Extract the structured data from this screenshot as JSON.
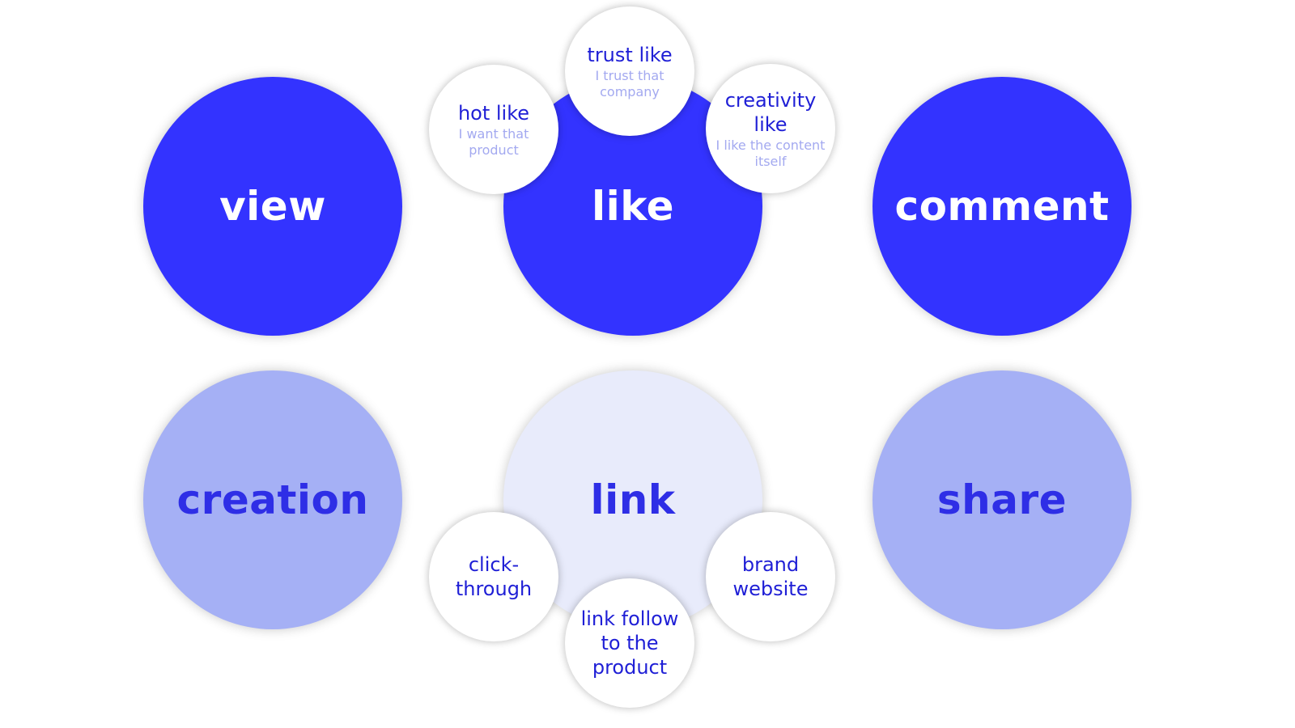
{
  "top_row": [
    {
      "label": "view"
    },
    {
      "label": "like"
    },
    {
      "label": "comment"
    }
  ],
  "bottom_row": [
    {
      "label": "creation"
    },
    {
      "label": "link"
    },
    {
      "label": "share"
    }
  ],
  "like_types": [
    {
      "title": "hot like",
      "subtitle": "I want that product"
    },
    {
      "title": "trust like",
      "subtitle": "I trust that company"
    },
    {
      "title": "creativity like",
      "subtitle": "I like the content itself"
    }
  ],
  "link_types": [
    {
      "title": "click-through"
    },
    {
      "title": "link follow to the product"
    },
    {
      "title": "brand website"
    }
  ],
  "colors": {
    "primary": "#3333ff",
    "secondary": "#a5b0f5",
    "pale": "#e8ebfb",
    "text_accent": "#1f1fd6",
    "text_muted": "#a3a9f0"
  }
}
